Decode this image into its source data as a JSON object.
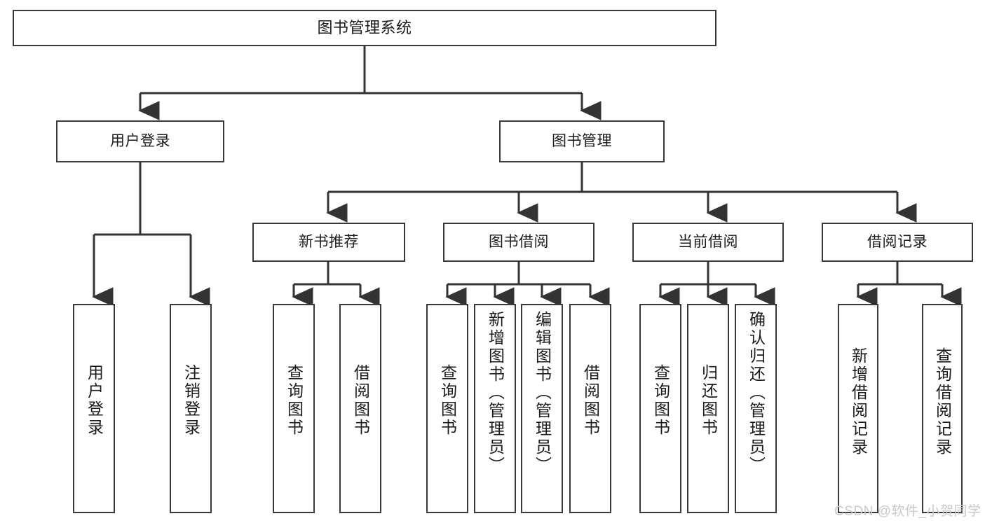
{
  "diagram": {
    "title": "图书管理系统",
    "type": "tree-hierarchy",
    "colors": {
      "background": "#ffffff",
      "box_border": "#3a3a3a",
      "box_fill": "#ffffff",
      "connector": "#333333",
      "text": "#1b1b1b",
      "watermark": "#c9c9c9"
    },
    "nodes": {
      "root": "图书管理系统",
      "level1": [
        {
          "label": "用户登录"
        },
        {
          "label": "图书管理"
        }
      ],
      "level2": [
        {
          "label": "新书推荐"
        },
        {
          "label": "图书借阅"
        },
        {
          "label": "当前借阅"
        },
        {
          "label": "借阅记录"
        }
      ],
      "leaves_user_login": [
        {
          "label": "用户登录"
        },
        {
          "label": "注销登录"
        }
      ],
      "leaves_new_book": [
        {
          "label": "查询图书"
        },
        {
          "label": "借阅图书"
        }
      ],
      "leaves_borrow": [
        {
          "label": "查询图书"
        },
        {
          "label": "新增图书（管理员）"
        },
        {
          "label": "编辑图书（管理员）"
        },
        {
          "label": "借阅图书"
        }
      ],
      "leaves_current": [
        {
          "label": "查询图书"
        },
        {
          "label": "归还图书"
        },
        {
          "label": "确认归还（管理员）"
        }
      ],
      "leaves_record": [
        {
          "label": "新增借阅记录"
        },
        {
          "label": "查询借阅记录"
        }
      ]
    },
    "watermark": "CSDN @软件_小贺同学"
  }
}
